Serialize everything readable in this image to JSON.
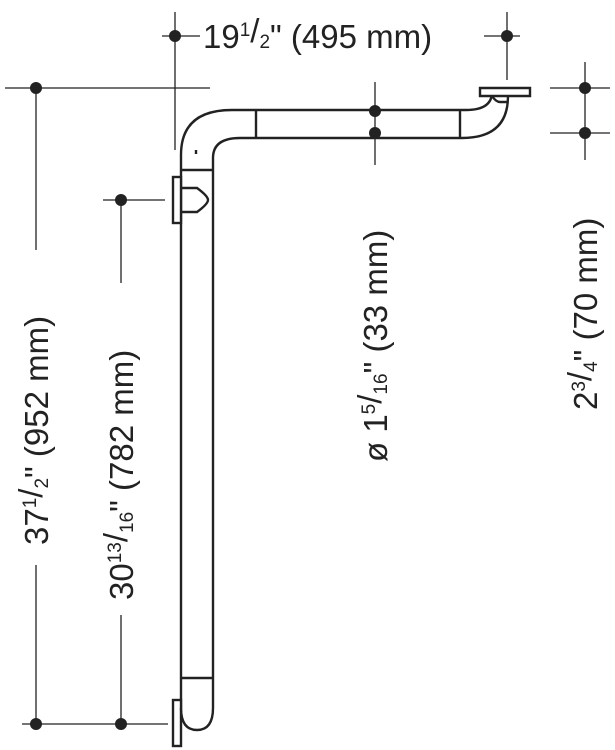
{
  "dimensions": {
    "width": {
      "whole": "19",
      "num": "1",
      "den": "2",
      "suffix": "\" (495 mm)"
    },
    "total_height": {
      "whole": "37",
      "num": "1",
      "den": "2",
      "suffix": "\" (952 mm)"
    },
    "mount_height": {
      "whole": "30",
      "num": "13",
      "den": "16",
      "suffix": "\" (782 mm)"
    },
    "tube_diameter": {
      "prefix": "ø 1",
      "num": "5",
      "den": "16",
      "suffix": "\" (33 mm)"
    },
    "flange": {
      "whole": "2",
      "num": "3",
      "den": "4",
      "suffix": "\" (70 mm)"
    }
  },
  "colors": {
    "line": "#222222",
    "background": "#ffffff"
  }
}
